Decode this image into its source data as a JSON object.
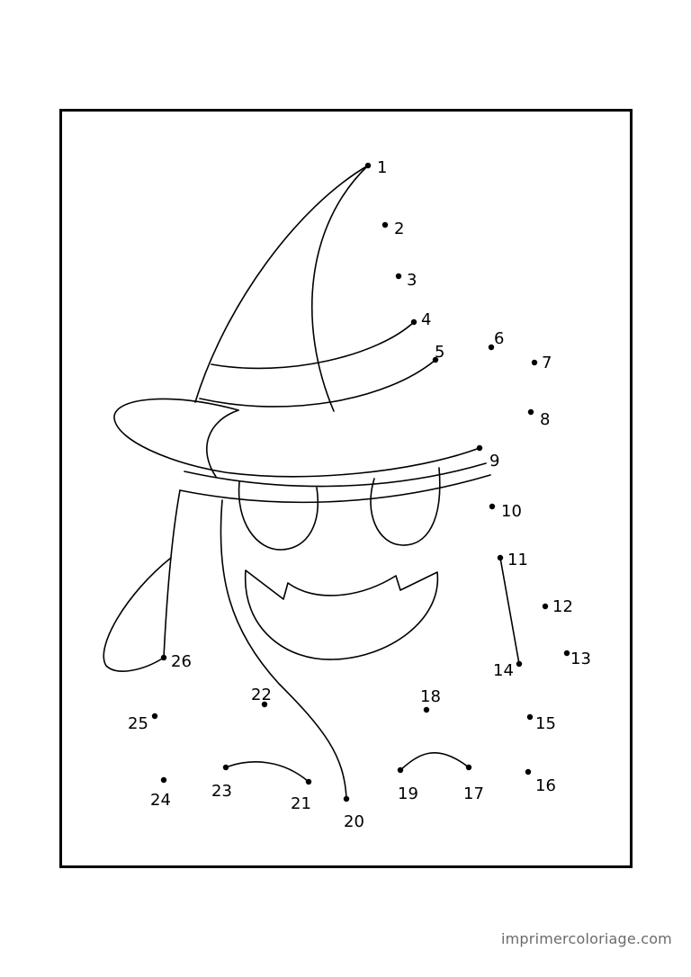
{
  "dots": [
    {
      "n": "1"
    },
    {
      "n": "2"
    },
    {
      "n": "3"
    },
    {
      "n": "4"
    },
    {
      "n": "5"
    },
    {
      "n": "6"
    },
    {
      "n": "7"
    },
    {
      "n": "8"
    },
    {
      "n": "9"
    },
    {
      "n": "10"
    },
    {
      "n": "11"
    },
    {
      "n": "12"
    },
    {
      "n": "13"
    },
    {
      "n": "14"
    },
    {
      "n": "15"
    },
    {
      "n": "16"
    },
    {
      "n": "17"
    },
    {
      "n": "18"
    },
    {
      "n": "19"
    },
    {
      "n": "20"
    },
    {
      "n": "21"
    },
    {
      "n": "22"
    },
    {
      "n": "23"
    },
    {
      "n": "24"
    },
    {
      "n": "25"
    },
    {
      "n": "26"
    }
  ],
  "watermark": "imprimercoloriage.com",
  "colors": {
    "ink": "#000000",
    "watermark": "#6b6b6b",
    "paper": "#ffffff"
  }
}
